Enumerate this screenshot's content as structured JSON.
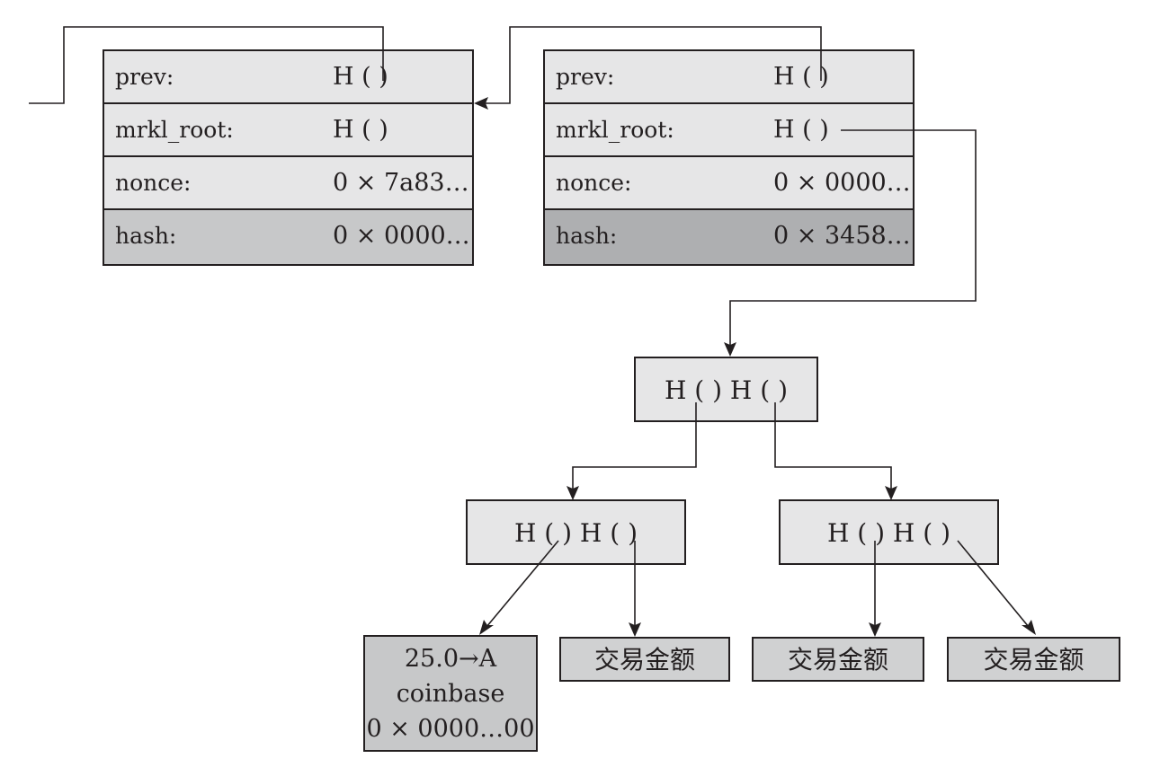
{
  "blocks": [
    {
      "prev_label": "prev:",
      "prev_value": "H ( )",
      "mrkl_label": "mrkl_root:",
      "mrkl_value": "H ( )",
      "nonce_label": "nonce:",
      "nonce_value": "0 × 7a83…",
      "hash_label": "hash:",
      "hash_value": "0 × 0000…"
    },
    {
      "prev_label": "prev:",
      "prev_value": "H ( )",
      "mrkl_label": "mrkl_root:",
      "mrkl_value": "H ( )",
      "nonce_label": "nonce:",
      "nonce_value": "0 × 0000…",
      "hash_label": "hash:",
      "hash_value": "0 × 3458…"
    }
  ],
  "merkle": {
    "root": "H ( ) H ( )",
    "left": "H ( ) H ( )",
    "right": "H ( ) H ( )"
  },
  "leaves": {
    "coinbase_line1": "25.0→A",
    "coinbase_line2": "coinbase",
    "coinbase_line3": "0 × 0000…00",
    "tx1": "交易金额",
    "tx2": "交易金额",
    "tx3": "交易金额"
  },
  "colors": {
    "box_fill": "#e6e6e7",
    "hash_fill_light": "#c7c8c9",
    "hash_fill_dark": "#aeafb1",
    "leaf_fill": "#d0d1d2",
    "line": "#231f20"
  }
}
